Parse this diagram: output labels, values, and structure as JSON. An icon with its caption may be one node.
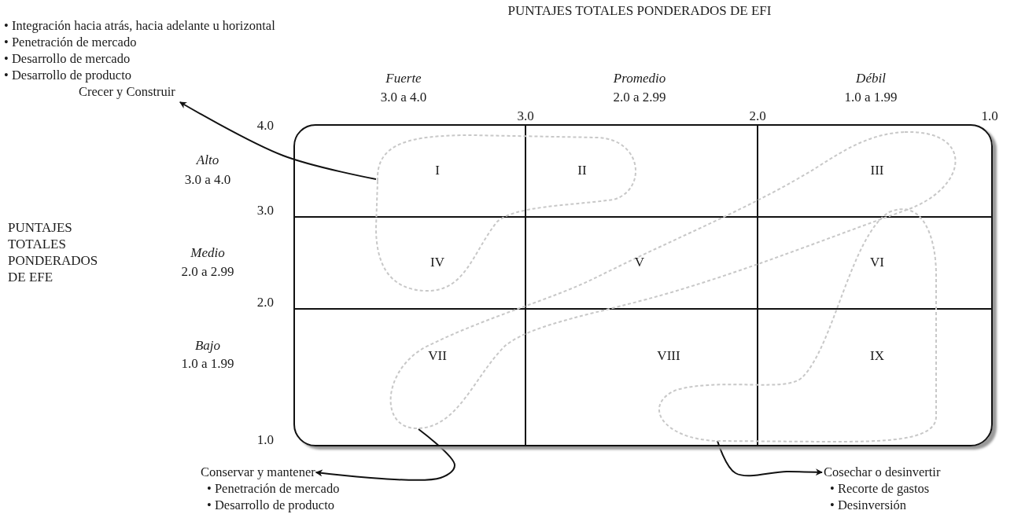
{
  "diagram": {
    "nodes": [
      {
        "text": [
          "• Integración hacia atrás, hacia adelante u horizontal",
          "• Penetración de mercado",
          "• Desarrollo de mercado",
          "• Desarrollo de producto",
          "Crecer y Construir"
        ]
      },
      {
        "text": [],
        "shape": "box"
      },
      {
        "text": [],
        "shape": "cloud",
        "in": 1
      },
      {
        "text": [],
        "shape": "cloud",
        "in": 1
      },
      {
        "text": [],
        "shape": "cloud",
        "in": 1
      },
      {
        "text": [
          "Conservar y mantener",
          "• Penetración de mercado",
          "• Desarrollo de producto"
        ]
      },
      {
        "text": [
          "Cosechar o desinvertir",
          "• Recorte de gastos",
          "• Desinversión"
        ]
      }
    ],
    "edges": [
      {
        "from": 2,
        "to": 0,
        "arrow": "to"
      },
      {
        "from": 3,
        "to": 5,
        "arrow": "to"
      },
      {
        "from": 4,
        "to": 6,
        "arrow": "to"
      }
    ],
    "labels": [
      "PUNTAJES TOTALES PONDERADOS DE EFI",
      "Fuerte",
      "3.0 a 4.0",
      "Promedio",
      "2.0 a 2.99",
      "Débil",
      "1.0 a 1.99",
      "3.0",
      "2.0",
      "1.0",
      "4.0",
      "Alto",
      "3.0 a 4.0",
      "I",
      "II",
      "III",
      "3.0",
      "PUNTAJES TOTALES PONDERADOS DE EFE",
      "Medio",
      "2.0 a 2.99",
      "IV",
      "V",
      "VI",
      "2.0",
      "Bajo",
      "1.0 a 1.99",
      "VII",
      "VIII",
      "IX",
      "1.0"
    ]
  }
}
